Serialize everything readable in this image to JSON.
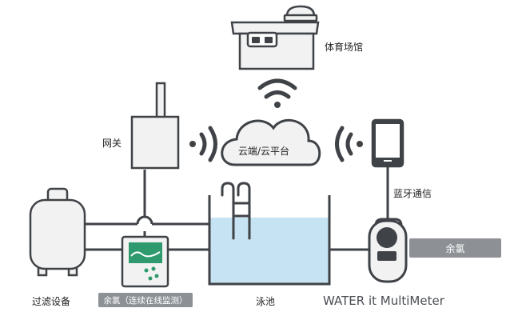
{
  "labels": {
    "stadium": "体育场馆",
    "gateway": "网关",
    "cloud": "云端/云平台",
    "bluetooth": "蓝牙通信",
    "filter": "过滤设备",
    "online_monitor": "余氯（连续在线监测）",
    "pool": "泳池",
    "device": "WATER it MultiMeter",
    "residual_chlorine": "余氯"
  },
  "colors": {
    "outline": "#3f4246",
    "body_fill": "#f2f2f2",
    "panel_fill": "#ffffff",
    "water": "#c5e3f2",
    "pill_bg": "#8d9196",
    "monitor_green": "#2f9a6e"
  }
}
